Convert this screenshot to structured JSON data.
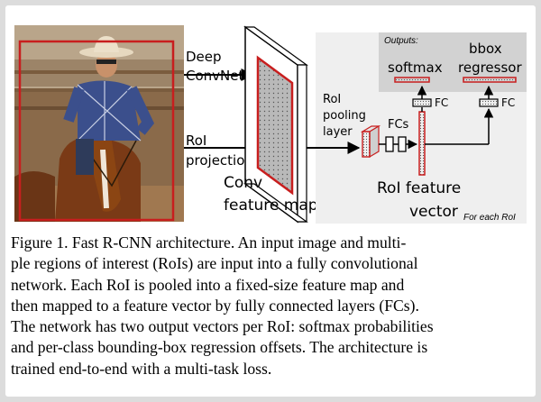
{
  "diagram": {
    "photo_alt": "cowboy riding a horse",
    "labels": {
      "deep_convnet_1": "Deep",
      "deep_convnet_2": "ConvNet",
      "roi_projection_1": "RoI",
      "roi_projection_2": "projection",
      "conv_feature_map_1": "Conv",
      "conv_feature_map_2": "feature map",
      "roi_pooling_1": "RoI",
      "roi_pooling_2": "pooling",
      "roi_pooling_3": "layer",
      "fcs": "FCs",
      "roi_feature_vector_1": "RoI feature",
      "roi_feature_vector_2": "vector",
      "for_each_roi": "For each RoI",
      "outputs": "Outputs:",
      "softmax": "softmax",
      "bbox_1": "bbox",
      "bbox_2": "regressor",
      "fc_left": "FC",
      "fc_right": "FC"
    },
    "colors": {
      "roi_box": "#c81e1e",
      "panel": "#efefef",
      "outputs_panel": "#d2d2d2",
      "map_face": "#b9b9b9"
    }
  },
  "caption": {
    "lines": [
      "Figure 1. Fast R-CNN architecture.  An input image and multi-",
      "ple regions of interest (RoIs) are input into a fully convolutional",
      "network.  Each RoI is pooled into a fixed-size feature map and",
      "then mapped to a feature vector by fully connected layers (FCs).",
      "The network has two output vectors per RoI: softmax probabilities",
      "and per-class bounding-box regression offsets. The architecture is",
      "trained end-to-end with a multi-task loss."
    ]
  }
}
